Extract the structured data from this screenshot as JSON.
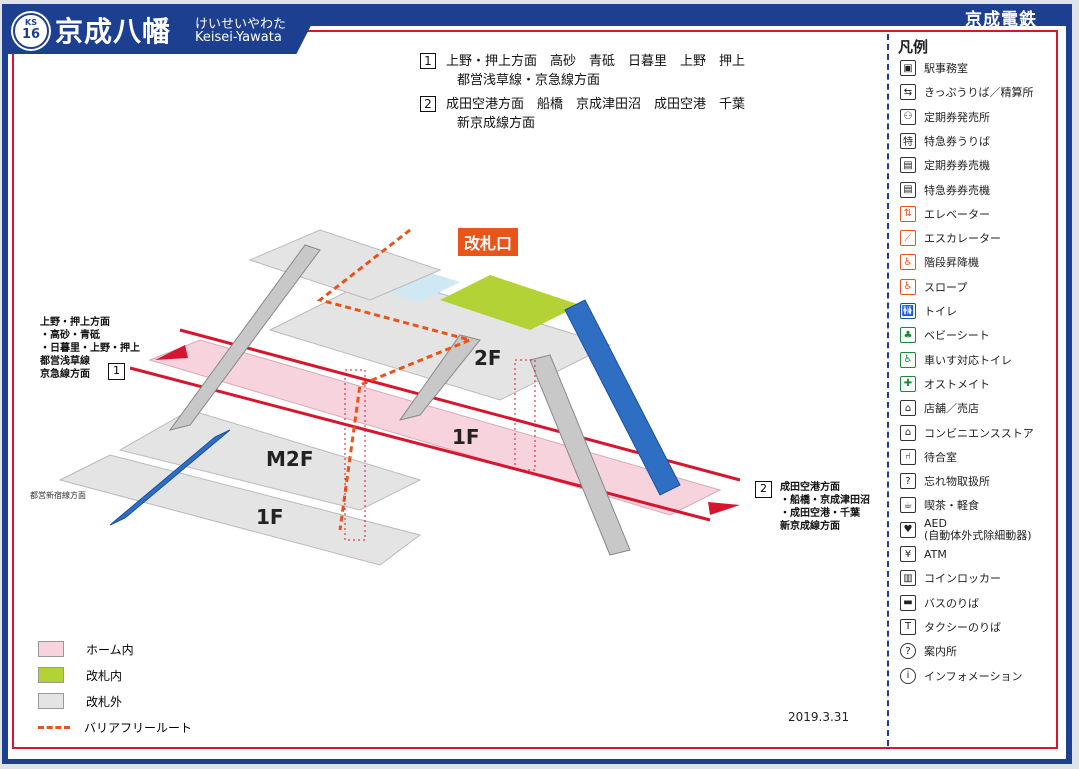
{
  "station": {
    "code_line": "KS",
    "code_num": "16",
    "name": "京成八幡",
    "kana": "けいせいやわた",
    "romaji": "Keisei-Yawata",
    "company": "京成電鉄"
  },
  "destinations": [
    {
      "num": "1",
      "line1": "上野・押上方面　高砂　青砥　日暮里　上野　押上",
      "line2": "都営浅草線・京急線方面"
    },
    {
      "num": "2",
      "line1": "成田空港方面　船橋　京成津田沼　成田空港　千葉",
      "line2": "新京成線方面"
    }
  ],
  "map": {
    "ticket_gate": "改札口",
    "floor_2f": "2F",
    "floor_m2f": "M2F",
    "floor_1f_a": "1F",
    "floor_1f_b": "1F",
    "left_dest": {
      "line1": "上野・押上方面",
      "line2": "・高砂・青砥",
      "line3": "・日暮里・上野・押上",
      "line4": "都営浅草線",
      "line5": "京急線方面",
      "num": "1"
    },
    "right_dest": {
      "num": "2",
      "line1": "成田空港方面",
      "line2": "・船橋・京成津田沼",
      "line3": "・成田空港・千葉",
      "line4": "新京成線方面"
    },
    "toei_label": "都営新宿線方面",
    "date": "2019.3.31"
  },
  "area_legend": [
    {
      "label": "ホーム内",
      "color": "#f7d3de"
    },
    {
      "label": "改札内",
      "color": "#b3d235"
    },
    {
      "label": "改札外",
      "color": "#e4e4e4"
    },
    {
      "label": "バリアフリールート",
      "color": "#e8551a"
    }
  ],
  "legend": {
    "title": "凡例",
    "items": [
      {
        "label": "駅事務室",
        "icon": "station-office-icon",
        "glyph": "▣",
        "style": ""
      },
      {
        "label": "きっぷうりば／精算所",
        "icon": "ticket-office-icon",
        "glyph": "⇆",
        "style": ""
      },
      {
        "label": "定期券発売所",
        "icon": "pass-office-icon",
        "glyph": "⚇",
        "style": ""
      },
      {
        "label": "特急券うりば",
        "icon": "express-ticket-icon",
        "glyph": "特",
        "style": ""
      },
      {
        "label": "定期券券売機",
        "icon": "pass-machine-icon",
        "glyph": "▤",
        "style": ""
      },
      {
        "label": "特急券券売機",
        "icon": "express-machine-icon",
        "glyph": "▤",
        "style": ""
      },
      {
        "label": "エレベーター",
        "icon": "elevator-icon",
        "glyph": "⇅",
        "style": "orange"
      },
      {
        "label": "エスカレーター",
        "icon": "escalator-icon",
        "glyph": "⟋",
        "style": "orange"
      },
      {
        "label": "階段昇降機",
        "icon": "stair-lift-icon",
        "glyph": "♿",
        "style": "orange"
      },
      {
        "label": "スロープ",
        "icon": "slope-icon",
        "glyph": "♿",
        "style": "orange"
      },
      {
        "label": "トイレ",
        "icon": "toilet-icon",
        "glyph": "🚻",
        "style": "blue"
      },
      {
        "label": "ベビーシート",
        "icon": "baby-seat-icon",
        "glyph": "♣",
        "style": "green"
      },
      {
        "label": "車いす対応トイレ",
        "icon": "wheelchair-toilet-icon",
        "glyph": "♿",
        "style": "green"
      },
      {
        "label": "オストメイト",
        "icon": "ostomate-icon",
        "glyph": "✚",
        "style": "green"
      },
      {
        "label": "店舗／売店",
        "icon": "shop-icon",
        "glyph": "⌂",
        "style": ""
      },
      {
        "label": "コンビニエンスストア",
        "icon": "convenience-store-icon",
        "glyph": "⌂",
        "style": ""
      },
      {
        "label": "待合室",
        "icon": "waiting-room-icon",
        "glyph": "⑁",
        "style": ""
      },
      {
        "label": "忘れ物取扱所",
        "icon": "lost-found-icon",
        "glyph": "?",
        "style": ""
      },
      {
        "label": "喫茶・軽食",
        "icon": "cafe-icon",
        "glyph": "☕",
        "style": ""
      },
      {
        "label": "AED",
        "label2": "(自動体外式除細動器)",
        "icon": "aed-icon",
        "glyph": "♥",
        "style": ""
      },
      {
        "label": "ATM",
        "icon": "atm-icon",
        "glyph": "¥",
        "style": ""
      },
      {
        "label": "コインロッカー",
        "icon": "locker-icon",
        "glyph": "▥",
        "style": ""
      },
      {
        "label": "バスのりば",
        "icon": "bus-icon",
        "glyph": "▬",
        "style": ""
      },
      {
        "label": "タクシーのりば",
        "icon": "taxi-icon",
        "glyph": "T",
        "style": ""
      },
      {
        "label": "案内所",
        "icon": "info-desk-icon",
        "glyph": "?",
        "style": "round"
      },
      {
        "label": "インフォメーション",
        "icon": "information-icon",
        "glyph": "i",
        "style": "round"
      }
    ]
  }
}
